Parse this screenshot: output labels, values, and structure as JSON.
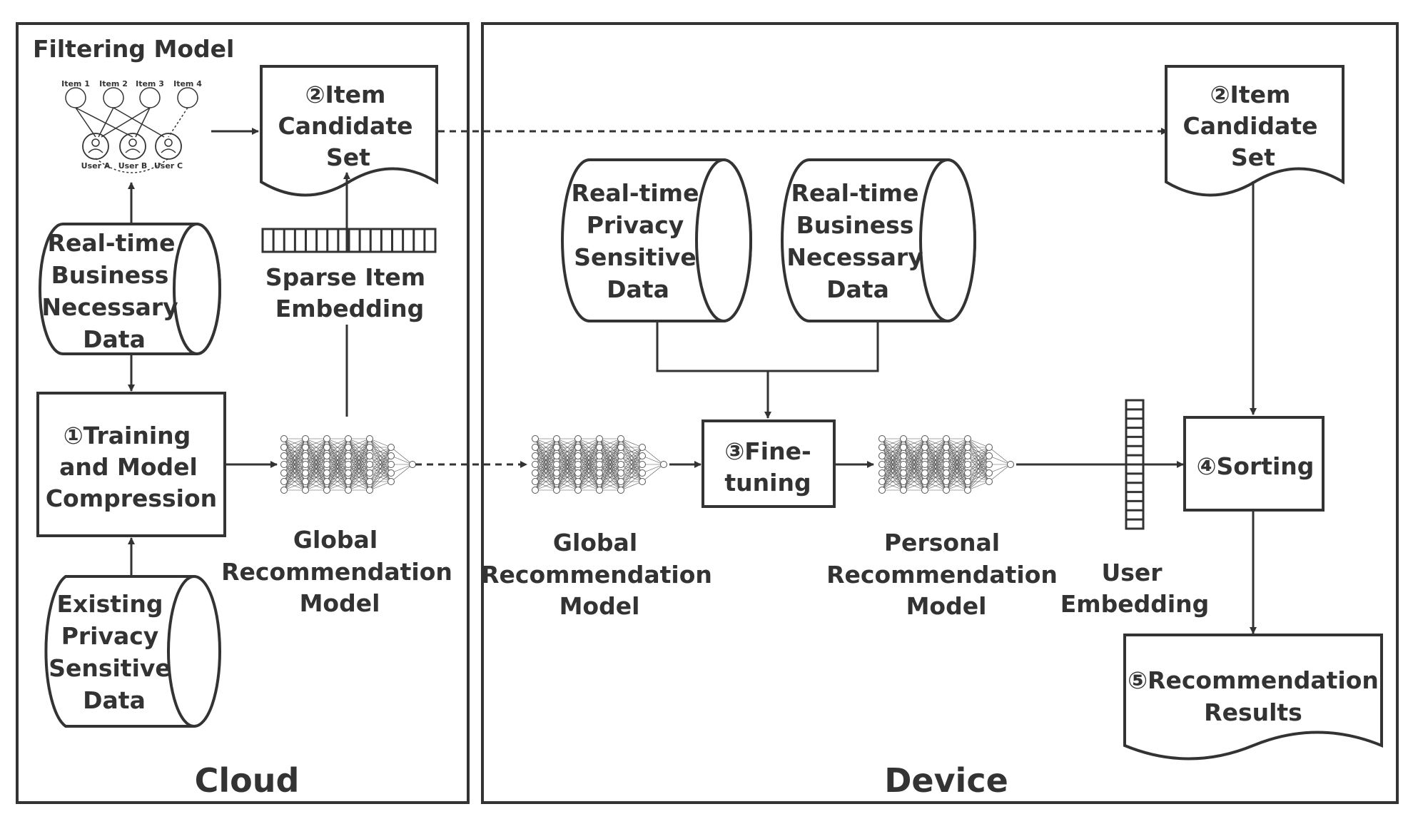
{
  "cloud": {
    "title": "Cloud",
    "filtering_model": {
      "title": "Filtering Model",
      "items": [
        "Item 1",
        "Item 2",
        "Item 3",
        "Item 4"
      ],
      "users": [
        "User A",
        "User B",
        "User C"
      ]
    },
    "item_candidate_set": [
      "②Item",
      "Candidate",
      "Set"
    ],
    "realtime_business_data": [
      "Real-time",
      "Business",
      "Necessary",
      "Data"
    ],
    "sparse_item_embedding": [
      "Sparse Item",
      "Embedding"
    ],
    "training": [
      "①Training",
      "and Model",
      "Compression"
    ],
    "global_model": [
      "Global",
      "Recommendation",
      "Model"
    ],
    "existing_privacy_data": [
      "Existing",
      "Privacy",
      "Sensitive",
      "Data"
    ]
  },
  "device": {
    "title": "Device",
    "item_candidate_set": [
      "②Item",
      "Candidate",
      "Set"
    ],
    "realtime_privacy_data": [
      "Real-time",
      "Privacy",
      "Sensitive",
      "Data"
    ],
    "realtime_business_data": [
      "Real-time",
      "Business",
      "Necessary",
      "Data"
    ],
    "finetuning": [
      "③Fine-",
      "tuning"
    ],
    "global_model": [
      "Global",
      "Recommendation",
      "Model"
    ],
    "personal_model": [
      "Personal",
      "Recommendation",
      "Model"
    ],
    "user_embedding": [
      "User",
      "Embedding"
    ],
    "sorting": "④Sorting",
    "results": [
      "⑤Recommendation",
      "Results"
    ]
  },
  "colors": {
    "stroke": "#333333",
    "background": "#ffffff"
  }
}
